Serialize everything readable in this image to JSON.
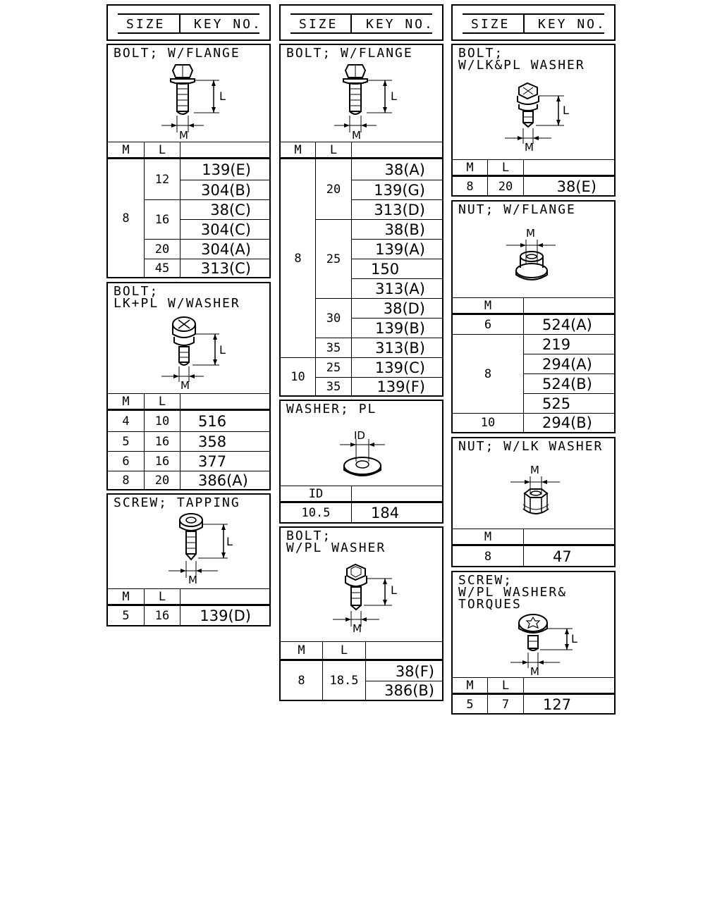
{
  "size_header": {
    "size": "SIZE",
    "key_no": "KEY NO."
  },
  "labels": {
    "M": "M",
    "L": "L",
    "ID": "ID"
  },
  "bolt_flange_1": {
    "title": "BOLT; W/FLANGE",
    "m": "8",
    "groups": [
      {
        "l": "12",
        "keys": [
          "139(E)",
          "304(B)"
        ]
      },
      {
        "l": "16",
        "keys": [
          "38(C)",
          "304(C)"
        ]
      },
      {
        "l": "20",
        "keys": [
          "304(A)"
        ]
      },
      {
        "l": "45",
        "keys": [
          "313(C)"
        ]
      }
    ]
  },
  "bolt_lkpl": {
    "title": "BOLT;\nLK+PL W/WASHER",
    "rows": [
      {
        "m": "4",
        "l": "10",
        "key": "516"
      },
      {
        "m": "5",
        "l": "16",
        "key": "358"
      },
      {
        "m": "6",
        "l": "16",
        "key": "377"
      },
      {
        "m": "8",
        "l": "20",
        "key": "386(A)"
      }
    ]
  },
  "screw_tapping": {
    "title": "SCREW; TAPPING",
    "rows": [
      {
        "m": "5",
        "l": "16",
        "key": "139(D)"
      }
    ]
  },
  "bolt_flange_2": {
    "title": "BOLT; W/FLANGE",
    "m8": "8",
    "m10": "10",
    "l20": "20",
    "l25": "25",
    "l30": "30",
    "l35": "35",
    "l25b": "25",
    "l35b": "35",
    "keys": [
      "38(A)",
      "139(G)",
      "313(D)",
      "38(B)",
      "139(A)",
      "150",
      "313(A)",
      "38(D)",
      "139(B)",
      "313(B)",
      "139(C)",
      "139(F)"
    ]
  },
  "washer_pl": {
    "title": "WASHER; PL",
    "id": "10.5",
    "key": "184"
  },
  "bolt_plwasher": {
    "title": "BOLT;\nW/PL WASHER",
    "m": "8",
    "l": "18.5",
    "keys": [
      "38(F)",
      "386(B)"
    ]
  },
  "bolt_lkpl_washer": {
    "title": "BOLT;\nW/LK&PL WASHER",
    "m": "8",
    "l": "20",
    "key": "38(E)"
  },
  "nut_flange": {
    "title": "NUT; W/FLANGE",
    "m6": "6",
    "m8": "8",
    "m10": "10",
    "keys": [
      "524(A)",
      "219",
      "294(A)",
      "524(B)",
      "525",
      "294(B)"
    ]
  },
  "nut_lkwasher": {
    "title": "NUT; W/LK WASHER",
    "m": "8",
    "key": "47"
  },
  "screw_torques": {
    "title": "SCREW;\nW/PL WASHER&\nTORQUES",
    "m": "5",
    "l": "7",
    "key": "127"
  }
}
